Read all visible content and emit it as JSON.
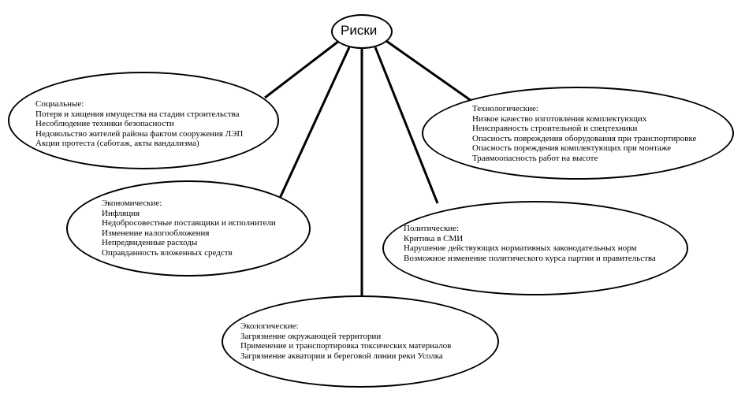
{
  "root": {
    "label": "Риски"
  },
  "categories": {
    "social": {
      "title": "Социальные:",
      "items": [
        "Потеря и хищения имущества на стадии строительства",
        "Несоблюдение техники безопасности",
        "Недовольство жителей района фактом сооружения ЛЭП",
        "Акции протеста (саботаж, акты вандализма)"
      ]
    },
    "economic": {
      "title": "Экономические:",
      "items": [
        "Инфляция",
        "Недобросовестные поставщики и исполнители",
        "Изменение налогообложения",
        "Непредвиденные расходы",
        "Оправданность вложенных средств"
      ]
    },
    "ecological": {
      "title": "Экологические:",
      "items": [
        "Загрязнение окружающей территории",
        "Применение и транспортировка токсических материалов",
        "Загрязнение акватории и береговой линии реки Усолка"
      ]
    },
    "political": {
      "title": "Политические:",
      "items": [
        "Критика в СМИ",
        "Нарушение действующих нормативных законодательных норм",
        "Возможное изменение политического курса партии и правительства"
      ]
    },
    "technological": {
      "title": "Технологические:",
      "items": [
        "Низкое качество изготовления комплектующих",
        "Неисправность строительной и спецтехники",
        "Опасность повреждения оборудования при транспортировке",
        "Опасность пореждения комплектующих при монтаже",
        "Травмоопасность работ на высоте"
      ]
    }
  }
}
